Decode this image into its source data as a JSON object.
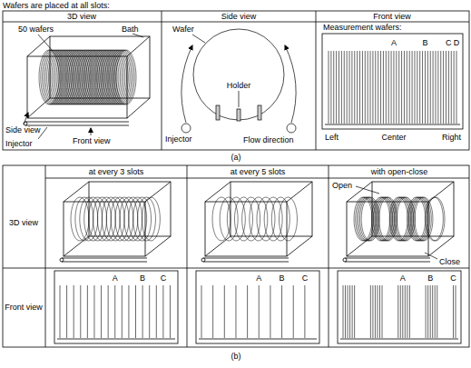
{
  "diagram": {
    "labels": [
      "Wafers are placed at all slots:",
      "3D view",
      "Side view",
      "Front view",
      "50 wafers",
      "Bath",
      "Wafer",
      "Measurement wafers:",
      "A",
      "B",
      "C",
      "D",
      "Holder",
      "Side view",
      "Front view",
      "Injector",
      "Injector",
      "Flow direction",
      "Left",
      "Center",
      "Right",
      "(a)",
      "at every 3 slots",
      "at every 5 slots",
      "with open-close",
      "3D view",
      "Open",
      "Close",
      "Front view",
      "A",
      "B",
      "C",
      "A",
      "B",
      "C",
      "A",
      "B",
      "C",
      "(b)"
    ]
  }
}
